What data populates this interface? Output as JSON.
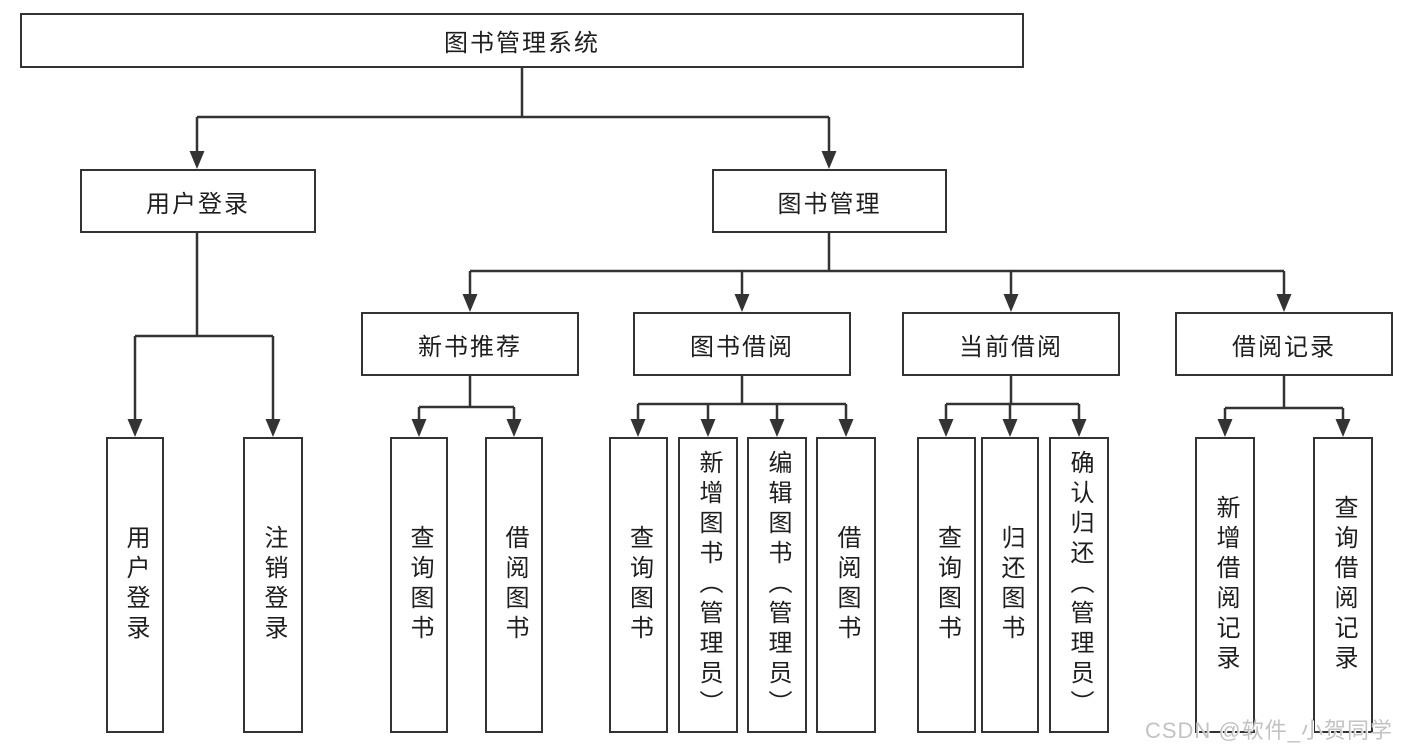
{
  "diagram_title": "图书管理系统",
  "nodes": {
    "root": "图书管理系统",
    "user_login": "用户登录",
    "book_mgmt": "图书管理",
    "new_books": "新书推荐",
    "book_borrow": "图书借阅",
    "current_borrow": "当前借阅",
    "borrow_records": "借阅记录",
    "leaf_user_login": "用户登录",
    "leaf_logout": "注销登录",
    "leaf_nb_query": "查询图书",
    "leaf_nb_borrow": "借阅图书",
    "leaf_bb_query": "查询图书",
    "leaf_bb_add": "新增图书（管理员）",
    "leaf_bb_edit": "编辑图书（管理员）",
    "leaf_bb_borrow": "借阅图书",
    "leaf_cb_query": "查询图书",
    "leaf_cb_return": "归还图书",
    "leaf_cb_confirm": "确认归还（管理员）",
    "leaf_br_add": "新增借阅记录",
    "leaf_br_query": "查询借阅记录"
  },
  "watermark": "CSDN @软件_小贺同学",
  "colors": {
    "line": "#333333",
    "border": "#333333",
    "text": "#1e1e1e",
    "watermark": "#c3c3c3",
    "background": "#ffffff"
  }
}
